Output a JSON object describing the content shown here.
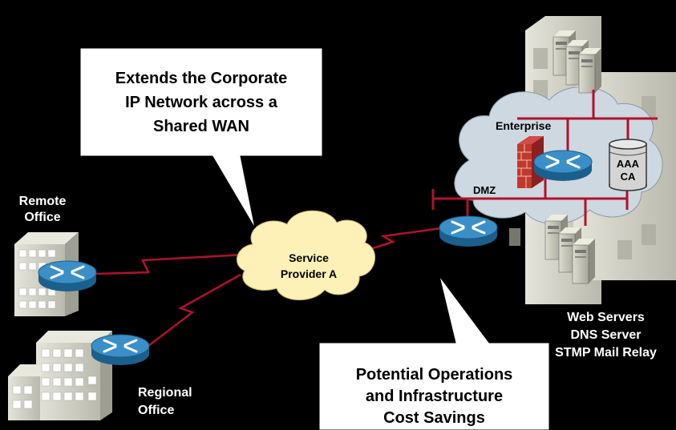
{
  "callouts": {
    "top": {
      "lines": [
        "Extends the Corporate",
        "IP Network across a",
        "Shared WAN"
      ]
    },
    "bottom": {
      "lines": [
        "Potential Operations",
        "and Infrastructure",
        "Cost Savings"
      ]
    }
  },
  "sites": {
    "remote_office": {
      "lines": [
        "Remote",
        "Office"
      ]
    },
    "regional_office": {
      "lines": [
        "Regional",
        "Office"
      ]
    }
  },
  "wan_cloud": {
    "lines": [
      "Service",
      "Provider A"
    ]
  },
  "enterprise": {
    "label": "Enterprise",
    "dmz_label": "DMZ",
    "aaa_label": "AAA",
    "ca_label": "CA",
    "servers": [
      "Web Servers",
      "DNS Server",
      "STMP Mail Relay"
    ]
  },
  "colors": {
    "background": "#000000",
    "link": "#b0122b",
    "cloud": "#fdf1b8",
    "enterprise_cloud": "#cdd8e0",
    "router": "#2b7fb6",
    "building": "#c9c9bd",
    "callout": "#ffffff"
  },
  "icons": [
    "router-icon",
    "firewall-icon",
    "database-icon",
    "server-icon",
    "building-icon",
    "cloud-icon"
  ]
}
